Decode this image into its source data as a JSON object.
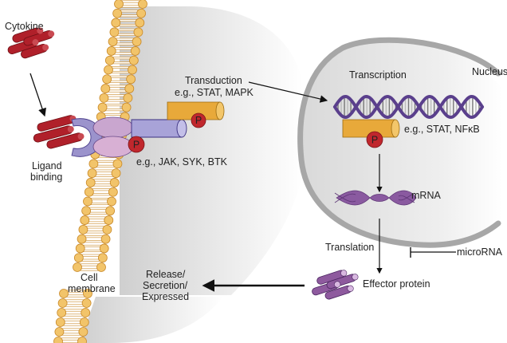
{
  "labels": {
    "cytokine": "Cytokine",
    "ligand_line1": "Ligand",
    "ligand_line2": "binding",
    "kinases": "e.g., JAK, SYK, BTK",
    "transduction": "Transduction",
    "transduction_examples": "e.g., STAT, MAPK",
    "transcription": "Transcription",
    "nucleus": "Nucleus",
    "tf_examples": "e.g., STAT, NFκB",
    "mrna": "mRNA",
    "translation": "Translation",
    "microrna": "microRNA",
    "effector": "Effector protein",
    "cell_membrane_line1": "Cell",
    "cell_membrane_line2": "membrane",
    "release_line1": "Release/",
    "release_line2": "Secretion/",
    "release_line3": "Expressed",
    "phospho": "P"
  },
  "colors": {
    "cytokine": "#b0202a",
    "receptor": "#9b93cc",
    "receptor_inner": "#c9a6cf",
    "stat": "#e8a93a",
    "phospho": "#c0272d",
    "lipid_head": "#f2c46a",
    "lipid_edge": "#c98a2a",
    "dna": "#5a3f8c",
    "mrna": "#8a5aa0",
    "effector": "#8e5a9e",
    "nucleus_border": "#a7a7a7"
  }
}
